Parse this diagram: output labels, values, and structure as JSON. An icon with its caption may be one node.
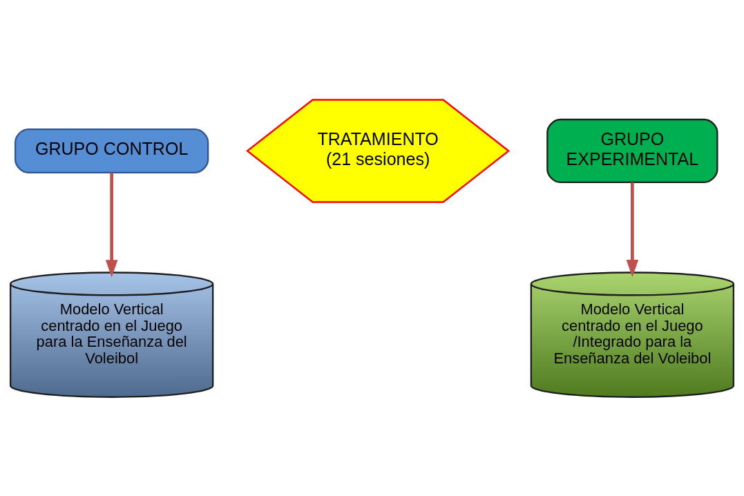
{
  "diagram": {
    "nodes": [
      {
        "text": [
          "GRUPO CONTROL"
        ]
      },
      {
        "text": [
          "TRATAMIENTO",
          "(21 sesiones)"
        ]
      },
      {
        "text": [
          "GRUPO EXPERIMENTAL"
        ]
      },
      {
        "text": [
          "Modelo Vertical centrado en el Juego para la Enseñanza del Voleibol"
        ]
      },
      {
        "text": [
          "Modelo Vertical centrado en el Juego /Integrado para la Enseñanza del Voleibol"
        ]
      }
    ],
    "edges": [
      {
        "from": 0,
        "to": 3,
        "arrow": "to"
      },
      {
        "from": 2,
        "to": 4,
        "arrow": "to"
      }
    ]
  }
}
